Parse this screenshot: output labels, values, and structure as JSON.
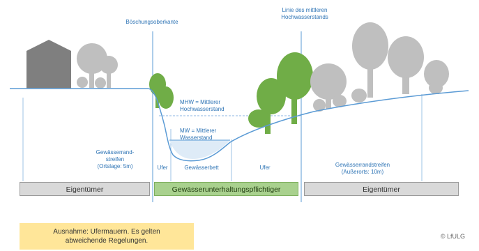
{
  "labels": {
    "boeschung": "Böschungsoberkante",
    "hw_line_1": "Linie des mittleren",
    "hw_line_2": "Hochwasserstands",
    "mhw_1": "MHW = Mittlerer",
    "mhw_2": "Hochwasserstand",
    "mw_1": "MW = Mittlerer",
    "mw_2": "Wasserstand",
    "strip_left_1": "Gewässerrand-",
    "strip_left_2": "streifen",
    "strip_left_3": "(Ortslage: 5m)",
    "ufer_left": "Ufer",
    "bett": "Gewässerbett",
    "ufer_right": "Ufer",
    "strip_right_1": "Gewässerrandstreifen",
    "strip_right_2": "(Außerorts: 10m)"
  },
  "bars": {
    "left": "Eigentümer",
    "middle": "Gewässerunterhaltungspflichtiger",
    "right": "Eigentümer"
  },
  "note": {
    "line1": "Ausnahme: Ufermauern. Es gelten",
    "line2": "abweichende Regelungen."
  },
  "copyright": "© LfULG",
  "colors": {
    "label_blue": "#2e74b5",
    "tree_grey": "#bfbfbf",
    "tree_green": "#70ad47",
    "water": "#deebf7",
    "owner_bar": "#d9d9d9",
    "duty_bar": "#a9d18e",
    "note_bg": "#ffe699"
  }
}
